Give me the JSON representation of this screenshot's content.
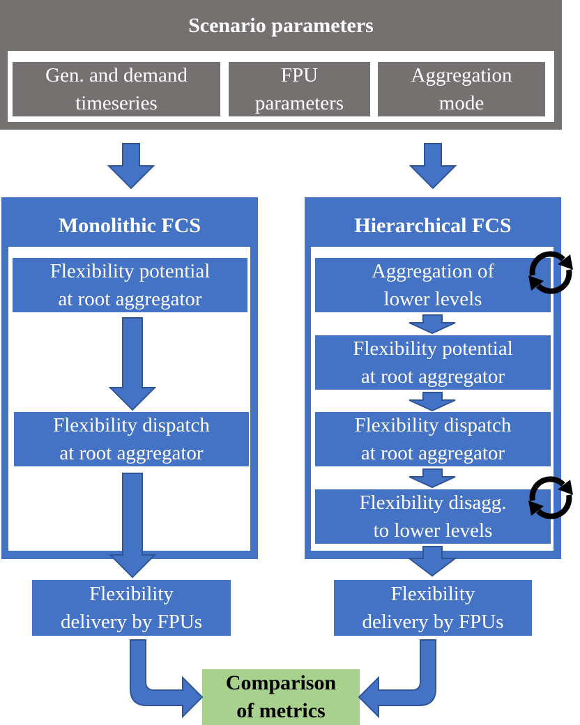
{
  "scenario": {
    "title": "Scenario parameters",
    "items": [
      {
        "label": "Gen. and demand\ntimeseries"
      },
      {
        "label": "FPU\nparameters"
      },
      {
        "label": "Aggregation\nmode"
      }
    ]
  },
  "monolithic": {
    "title": "Monolithic FCS",
    "steps": [
      {
        "label": "Flexibility potential\nat root aggregator"
      },
      {
        "label": "Flexibility dispatch\nat root aggregator"
      }
    ],
    "delivery": "Flexibility\ndelivery by FPUs"
  },
  "hierarchical": {
    "title": "Hierarchical FCS",
    "steps": [
      {
        "label": "Aggregation of\nlower levels"
      },
      {
        "label": "Flexibility potential\nat root aggregator"
      },
      {
        "label": "Flexibility dispatch\nat root aggregator"
      },
      {
        "label": "Flexibility disagg.\nto lower levels"
      }
    ],
    "delivery": "Flexibility\ndelivery by FPUs"
  },
  "comparison": {
    "label": "Comparison\nof metrics"
  },
  "colors": {
    "gray": "#767171",
    "blue": "#4472c4",
    "arrow_fill": "#4472c4",
    "arrow_stroke": "#2f5597",
    "green": "#a9d18e"
  },
  "icons": {
    "iteration": "refresh-cycle-icon"
  }
}
